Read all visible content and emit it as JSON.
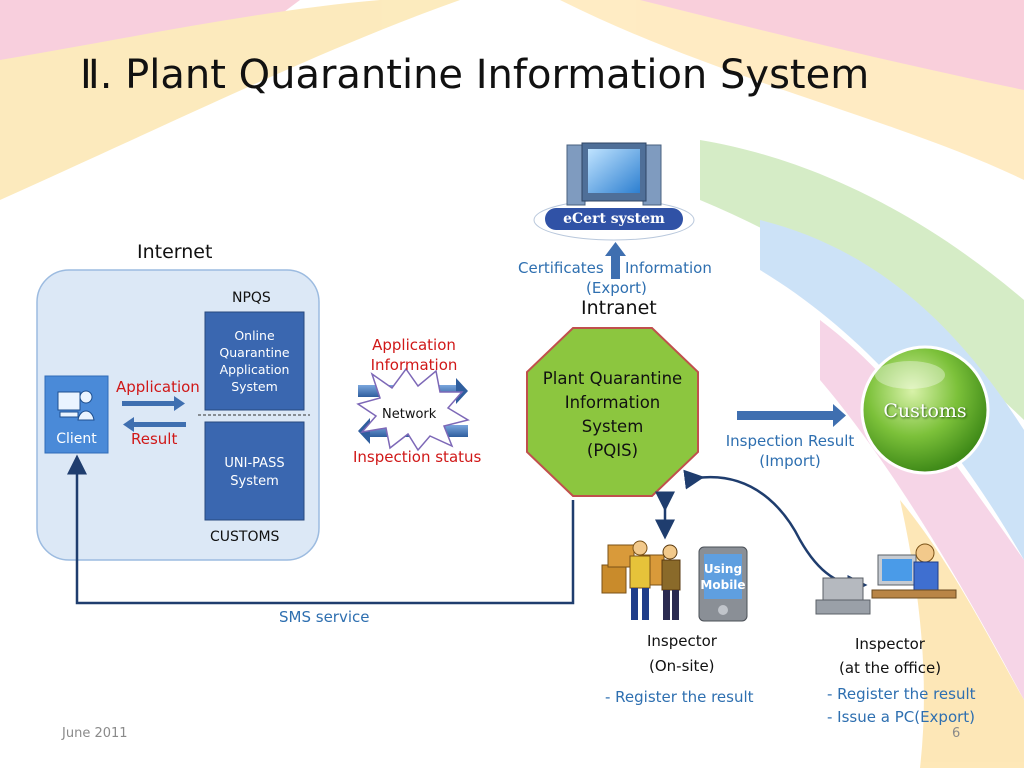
{
  "slide": {
    "title": "Ⅱ. Plant Quarantine Information System",
    "footer_date": "June 2011",
    "page_number": "6"
  },
  "internet": {
    "label": "Internet",
    "npqs": "NPQS",
    "online_system": [
      "Online",
      "Quarantine",
      "Application",
      "System"
    ],
    "unipass": [
      "UNI-PASS",
      "System"
    ],
    "customs": "CUSTOMS",
    "client": "Client",
    "application": "Application",
    "result": "Result"
  },
  "network": {
    "label": "Network",
    "top_label": [
      "Application",
      "Information"
    ],
    "bottom_label": "Inspection status"
  },
  "ecert": {
    "label": "eCert system",
    "caption_left": "Certificates",
    "caption_right": "Information",
    "caption_sub": "(Export)"
  },
  "intranet": {
    "label": "Intranet"
  },
  "pqis": {
    "lines": [
      "Plant Quarantine",
      "Information",
      "System",
      "(PQIS)"
    ]
  },
  "customs_node": {
    "label": "Customs",
    "caption": [
      "Inspection Result",
      "(Import)"
    ]
  },
  "sms": {
    "label": "SMS service"
  },
  "inspector_onsite": {
    "badge": [
      "Using",
      "Mobile"
    ],
    "name": "Inspector",
    "sub": "(On-site)",
    "task": "- Register the result"
  },
  "inspector_office": {
    "name": "Inspector",
    "sub": "(at the office)",
    "tasks": [
      "- Register the result",
      "- Issue a PC(Export)"
    ]
  },
  "colors": {
    "pqis_fill": "#8cc63f",
    "pqis_border": "#c0504d",
    "customs_sphere": "#7cc13a",
    "arrow_blue": "#3f6fb0",
    "caption_blue": "#2e6fb0",
    "caption_red": "#d01818",
    "internet_box": "#dce8f6",
    "system_box": "#3a67b0"
  }
}
